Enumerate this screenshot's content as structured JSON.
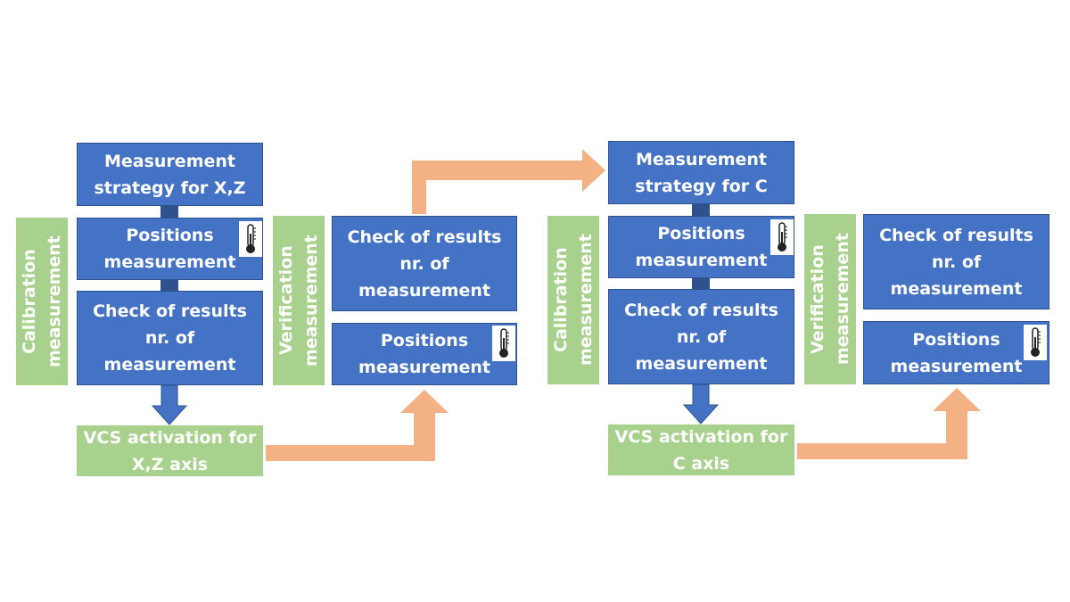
{
  "colors": {
    "box_blue": "#4472c4",
    "box_blue_border": "#2f528f",
    "box_green": "#a9d18e",
    "arrow_orange": "#f4b183",
    "text": "#ffffff"
  },
  "left": {
    "strategy": "Measurement\nstrategy for X,Z",
    "positions": "Positions\nmeasurement",
    "check": "Check of results\nnr. of\nmeasurement",
    "side_calibration": "Calibration\nmeasurement",
    "vcs": "VCS activation for\nX,Z axis",
    "side_verification": "Verification\nmeasurement",
    "verify_check": "Check of results\nnr. of\nmeasurement",
    "verify_positions": "Positions\nmeasurement"
  },
  "right": {
    "strategy": "Measurement\nstrategy for C",
    "positions": "Positions\nmeasurement",
    "check": "Check of results\nnr. of\nmeasurement",
    "side_calibration": "Calibration\nmeasurement",
    "vcs": "VCS activation for\nC axis",
    "side_verification": "Verification\nmeasurement",
    "verify_check": "Check of results\nnr. of\nmeasurement",
    "verify_positions": "Positions\nmeasurement"
  },
  "icons": {
    "thermometer": "thermometer-icon"
  }
}
